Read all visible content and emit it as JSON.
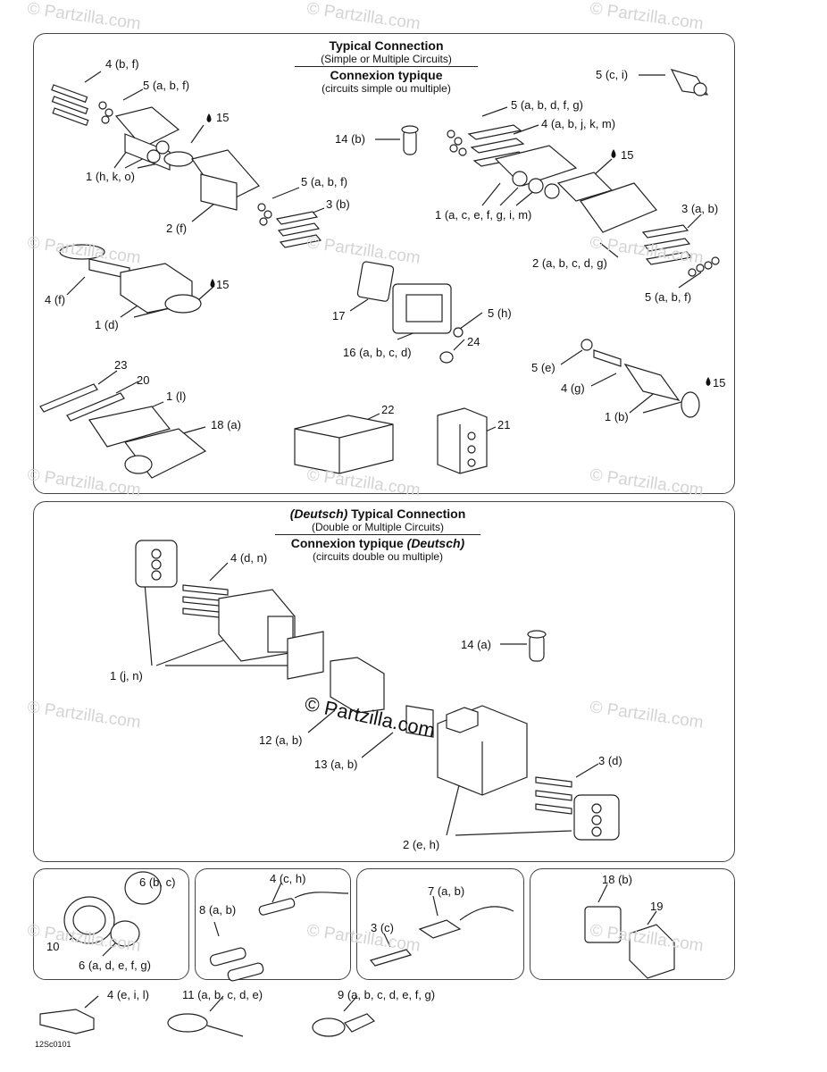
{
  "watermark": "© Partzilla.com",
  "watermark_center": "© Partzilla.com",
  "drawing_code": "12Sc0101",
  "panel_top": {
    "title_en": "Typical Connection",
    "sub_en": "(Simple or Multiple Circuits)",
    "title_fr": "Connexion typique",
    "sub_fr": "(circuits simple ou multiple)"
  },
  "panel_mid": {
    "title_prefix": "(Deutsch)",
    "title_en": "Typical Connection",
    "sub_en": "(Double or Multiple Circuits)",
    "title_fr": "Connexion typique",
    "title_fr_suffix": "(Deutsch)",
    "sub_fr": "(circuits double ou multiple)"
  },
  "labels": {
    "l4bf": "4 (b, f)",
    "l5abf_1": "5 (a, b, f)",
    "l1hko": "1 (h, k, o)",
    "l15_1": "15",
    "l2f": "2 (f)",
    "l5abf_2": "5 (a, b, f)",
    "l3b": "3 (b)",
    "l14b": "14 (b)",
    "l5ci": "5 (c, i)",
    "l5abdfg": "5 (a, b, d, f, g)",
    "l4abjkm": "4 (a, b, j, k, m)",
    "l15_2": "15",
    "l1acefgim": "1 (a, c, e, f, g, i, m)",
    "l3ab": "3 (a, b)",
    "l2abcdg": "2 (a, b, c, d, g)",
    "l5abf_3": "5 (a, b, f)",
    "l4f": "4 (f)",
    "l1d": "1 (d)",
    "l15_3": "15",
    "l17": "17",
    "l5h": "5 (h)",
    "l16abcd": "16 (a, b, c, d)",
    "l24": "24",
    "l5e": "5 (e)",
    "l4g": "4 (g)",
    "l1b": "1 (b)",
    "l15_4": "15",
    "l23": "23",
    "l20": "20",
    "l1l": "1 (l)",
    "l18a": "18 (a)",
    "l22": "22",
    "l21": "21",
    "l4dn": "4 (d, n)",
    "l1jn": "1 (j, n)",
    "l14a": "14 (a)",
    "l12ab": "12 (a, b)",
    "l13ab": "13 (a, b)",
    "l3d": "3 (d)",
    "l2eh": "2 (e, h)",
    "l6bc": "6 (b, c)",
    "l10": "10",
    "l6adefg": "6 (a, d, e, f, g)",
    "l4ch": "4 (c, h)",
    "l8ab": "8 (a, b)",
    "l7ab": "7 (a, b)",
    "l3c": "3 (c)",
    "l18b": "18 (b)",
    "l19": "19",
    "l4eil": "4 (e, i, l)",
    "l11abcde": "11 (a, b, c, d, e)",
    "l9abcdefg": "9 (a, b, c, d, e, f, g)"
  }
}
